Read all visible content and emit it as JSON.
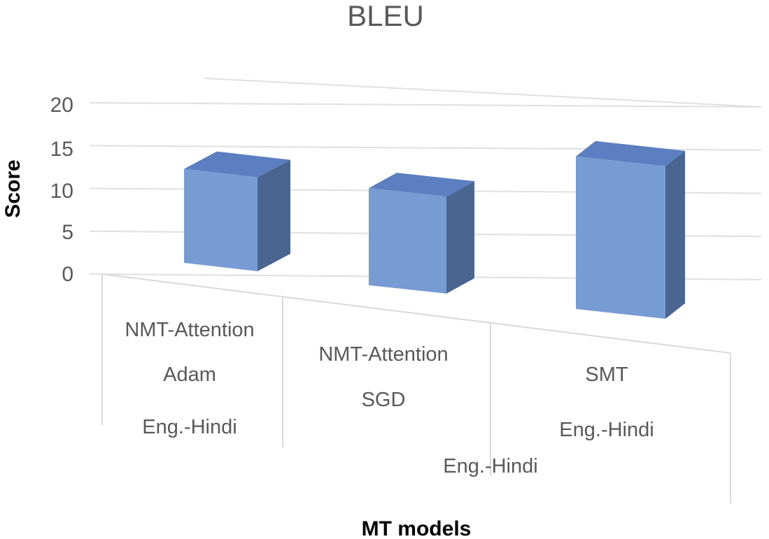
{
  "chart_data": {
    "type": "bar",
    "title": "BLEU",
    "xlabel": "MT models",
    "ylabel": "Score",
    "ylim": [
      0,
      20
    ],
    "yticks": [
      "0",
      "5",
      "10",
      "15",
      "20"
    ],
    "categories": [
      [
        "NMT-Attention",
        "Adam",
        "Eng.-Hindi"
      ],
      [
        "NMT-Attention",
        "SGD",
        "Eng.-Hindi"
      ],
      [
        "SMT",
        "Eng.-Hindi"
      ]
    ],
    "values": [
      12.0,
      12.4,
      17.6
    ],
    "colors": {
      "bar_front": "#779cd4",
      "bar_side": "#4b6591",
      "bar_top": "#5b7fc0"
    },
    "grid": true,
    "legend": "none"
  }
}
